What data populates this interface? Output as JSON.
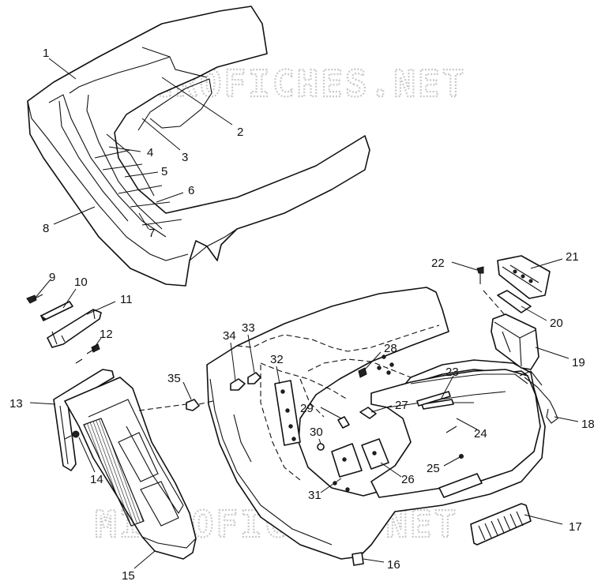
{
  "watermark_top": "MICROFICHES.NET",
  "watermark_bottom": "MICROFICHES.NET",
  "callouts": [
    {
      "n": "1"
    },
    {
      "n": "2"
    },
    {
      "n": "3"
    },
    {
      "n": "4"
    },
    {
      "n": "5"
    },
    {
      "n": "6"
    },
    {
      "n": "7"
    },
    {
      "n": "8"
    },
    {
      "n": "9"
    },
    {
      "n": "10"
    },
    {
      "n": "11"
    },
    {
      "n": "12"
    },
    {
      "n": "13"
    },
    {
      "n": "14"
    },
    {
      "n": "15"
    },
    {
      "n": "16"
    },
    {
      "n": "17"
    },
    {
      "n": "18"
    },
    {
      "n": "19"
    },
    {
      "n": "20"
    },
    {
      "n": "21"
    },
    {
      "n": "22"
    },
    {
      "n": "23"
    },
    {
      "n": "24"
    },
    {
      "n": "25"
    },
    {
      "n": "26"
    },
    {
      "n": "27"
    },
    {
      "n": "28"
    },
    {
      "n": "29"
    },
    {
      "n": "30"
    },
    {
      "n": "31"
    },
    {
      "n": "32"
    },
    {
      "n": "33"
    },
    {
      "n": "34"
    },
    {
      "n": "35"
    }
  ]
}
